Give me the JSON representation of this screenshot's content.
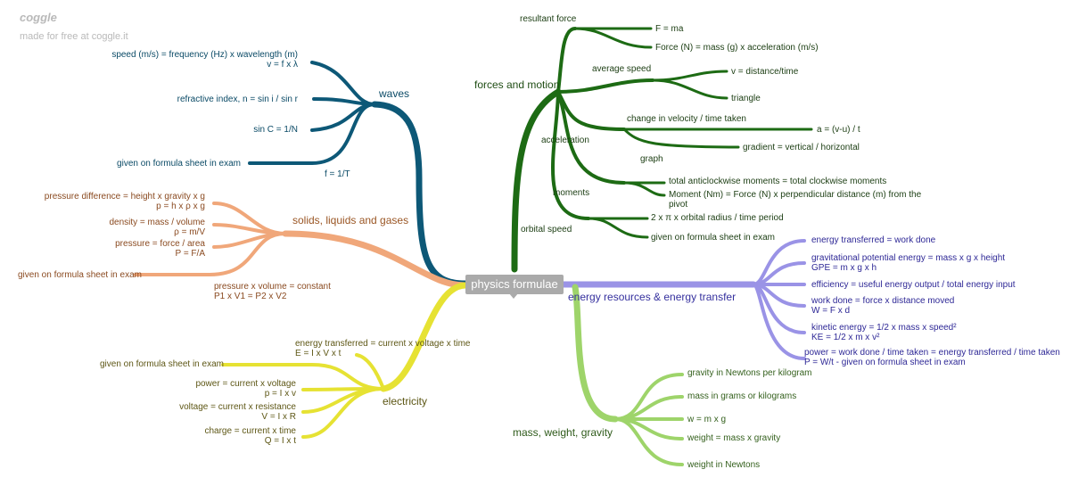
{
  "brand": {
    "logo": "coggle",
    "tagline": "made for free at coggle.it"
  },
  "root": "physics formulae",
  "colors": {
    "waves": "#0d5877",
    "forces": "#1d6b14",
    "solids": "#f0a77a",
    "energy": "#9a93e6",
    "electricity": "#e6e233",
    "mass": "#9ed46a",
    "root": "#aaaaaa"
  },
  "waves": {
    "title": "waves",
    "items": [
      "speed (m/s) = frequency (Hz) x wavelength (m)",
      "v = f x λ",
      "refractive index, n = sin i / sin r",
      "sin C = 1/N",
      "given on formula sheet in exam",
      "f = 1/T"
    ]
  },
  "forces": {
    "title": "forces and motion",
    "resultant": "resultant force",
    "f_ma": "F = ma",
    "f_mass": "Force (N) = mass (g) x acceleration (m/s)",
    "avg_speed": "average speed",
    "v_dt": "v = distance/time",
    "triangle": "triangle",
    "change_velocity": "change in velocity / time taken",
    "a_vu": "a = (v-u) / t",
    "acceleration": "acceleration",
    "gradient": "gradient = vertical / horizontal",
    "graph": "graph",
    "total_moments": "total anticlockwise moments = total clockwise moments",
    "moment_1": "Moment (Nm) = Force (N) x perpendicular distance (m) from the",
    "moment_2": "pivot",
    "moments": "moments",
    "orbital_1": "2 x π x orbital radius / time period",
    "orbital_speed": "orbital speed",
    "orbital_2": "given on formula sheet in exam"
  },
  "solids": {
    "title": "solids, liquids and gases",
    "p1a": "pressure difference = height x gravity x g",
    "p1b": "p = h x ρ x g",
    "d1a": "density = mass / volume",
    "d1b": "ρ = m/V",
    "pa_a": "pressure = force / area",
    "pa_b": "P = F/A",
    "given": "given on formula sheet in exam",
    "pv_a": "pressure x volume = constant",
    "pv_b": "P1 x V1 = P2 x V2"
  },
  "energy": {
    "title": "energy resources & energy transfer",
    "e1": "energy transferred = work done",
    "e2a": "gravitational potential energy = mass x g x height",
    "e2b": "GPE = m x g x h",
    "e3": "efficiency = useful energy output / total energy input",
    "e4a": "work done = force x distance moved",
    "e4b": "W = F x d",
    "e5a": "kinetic energy = 1/2 x mass x speed²",
    "e5b": "KE = 1/2 x m x v²",
    "e6a": "power = work done / time taken = energy transferred / time taken",
    "e6b": "P = W/t - given on formula sheet in exam"
  },
  "electricity": {
    "title": "electricity",
    "etv_a": "energy transferred = current x voltage x time",
    "etv_b": "E = I x V x t",
    "given": "given on formula sheet in exam",
    "power_a": "power = current x voltage",
    "power_b": "p = I x v",
    "volt_a": "voltage = current x resistance",
    "volt_b": "V = I x R",
    "charge_a": "charge = current x time",
    "charge_b": "Q = I x t"
  },
  "mass": {
    "title": "mass, weight, gravity",
    "m1": "gravity in Newtons per kilogram",
    "m2": "mass in grams or kilograms",
    "m3": "w = m x g",
    "m4": "weight = mass x gravity",
    "m5": "weight in Newtons"
  }
}
